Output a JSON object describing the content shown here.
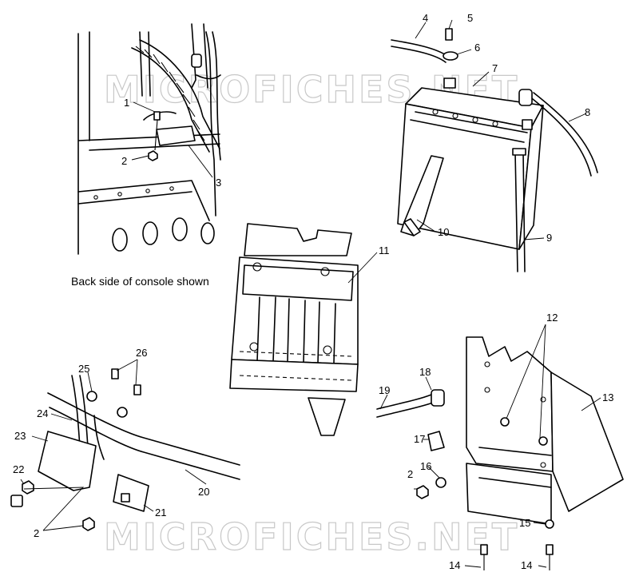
{
  "watermark": {
    "top": "MICROFICHES.NET",
    "bottom": "MICROFICHES.NET"
  },
  "caption": "Back side of console shown",
  "callouts": {
    "c1": "1",
    "c2a": "2",
    "c3": "3",
    "c4": "4",
    "c5": "5",
    "c6": "6",
    "c7": "7",
    "c8": "8",
    "c9": "9",
    "c10": "10",
    "c11": "11",
    "c12": "12",
    "c13": "13",
    "c14a": "14",
    "c14b": "14",
    "c15": "15",
    "c16": "16",
    "c17": "17",
    "c18": "18",
    "c19": "19",
    "c20": "20",
    "c21": "21",
    "c22": "22",
    "c23": "23",
    "c24": "24",
    "c25": "25",
    "c26": "26",
    "c2b": "2",
    "c2c": "2"
  }
}
